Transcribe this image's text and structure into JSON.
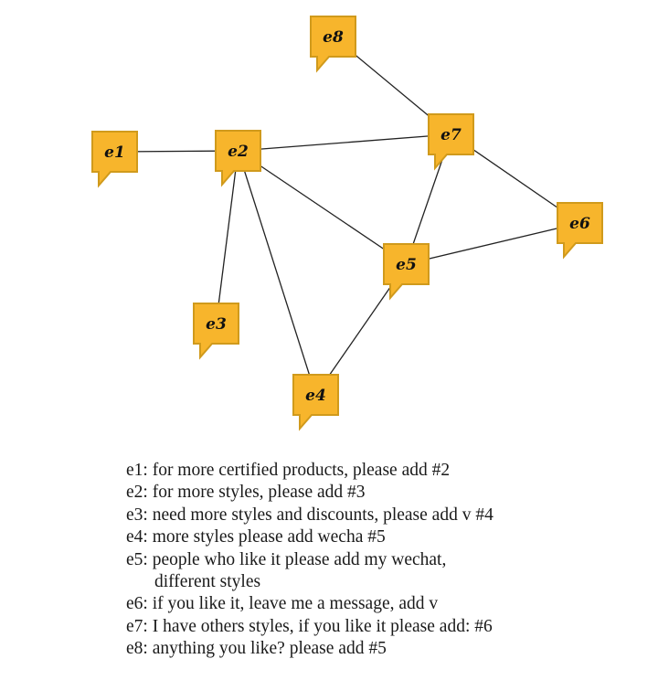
{
  "nodes": [
    {
      "id": "e1",
      "label": "e1"
    },
    {
      "id": "e2",
      "label": "e2"
    },
    {
      "id": "e3",
      "label": "e3"
    },
    {
      "id": "e4",
      "label": "e4"
    },
    {
      "id": "e5",
      "label": "e5"
    },
    {
      "id": "e6",
      "label": "e6"
    },
    {
      "id": "e7",
      "label": "e7"
    },
    {
      "id": "e8",
      "label": "e8"
    }
  ],
  "edges": [
    [
      "e1",
      "e2"
    ],
    [
      "e2",
      "e7"
    ],
    [
      "e2",
      "e5"
    ],
    [
      "e2",
      "e4"
    ],
    [
      "e2",
      "e3"
    ],
    [
      "e4",
      "e5"
    ],
    [
      "e5",
      "e7"
    ],
    [
      "e5",
      "e6"
    ],
    [
      "e7",
      "e6"
    ],
    [
      "e8",
      "e7"
    ]
  ],
  "colors": {
    "node_fill": "#f7b52c",
    "node_border": "#d09a1c",
    "edge": "#222222"
  },
  "legend": [
    {
      "line": "e1: for more certified products, please add #2"
    },
    {
      "line": "e2: for more styles, please add #3"
    },
    {
      "line": "e3: need more styles and discounts, please add v #4"
    },
    {
      "line": "e4: more styles please add wecha #5"
    },
    {
      "line": "e5: people who like it please add my wechat,",
      "cont": "different styles"
    },
    {
      "line": "e6: if you like it, leave me a message, add v"
    },
    {
      "line": "e7: I have others styles, if you like it please add: #6"
    },
    {
      "line": "e8: anything you like? please add #5"
    }
  ]
}
